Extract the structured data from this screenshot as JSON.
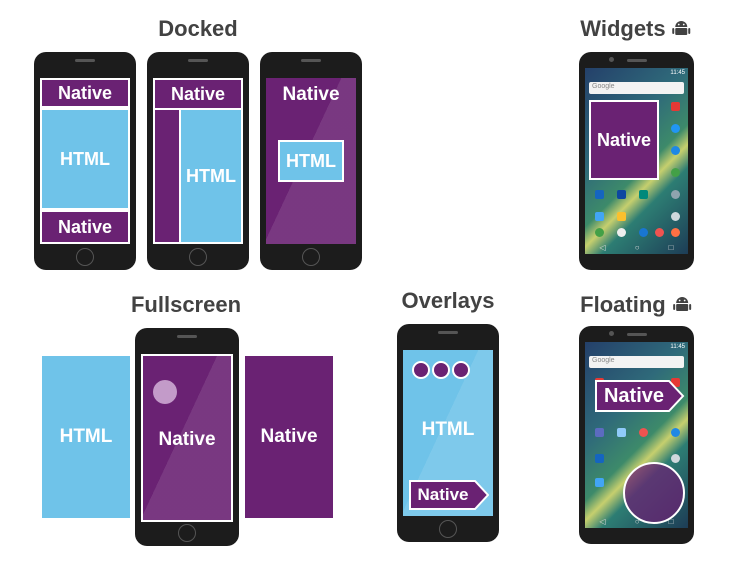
{
  "sections": {
    "docked": "Docked",
    "widgets": "Widgets",
    "fullscreen": "Fullscreen",
    "overlays": "Overlays",
    "floating": "Floating"
  },
  "labels": {
    "native": "Native",
    "html": "HTML"
  },
  "android_search": "Google",
  "status_time": "11:45",
  "colors": {
    "purple": "#6a2273",
    "light_blue": "#6fc3e9",
    "phone_body": "#1c1c1c",
    "title_gray": "#424242"
  },
  "icons": [
    "android-icon",
    "phone-speaker-icon",
    "home-button-icon"
  ]
}
